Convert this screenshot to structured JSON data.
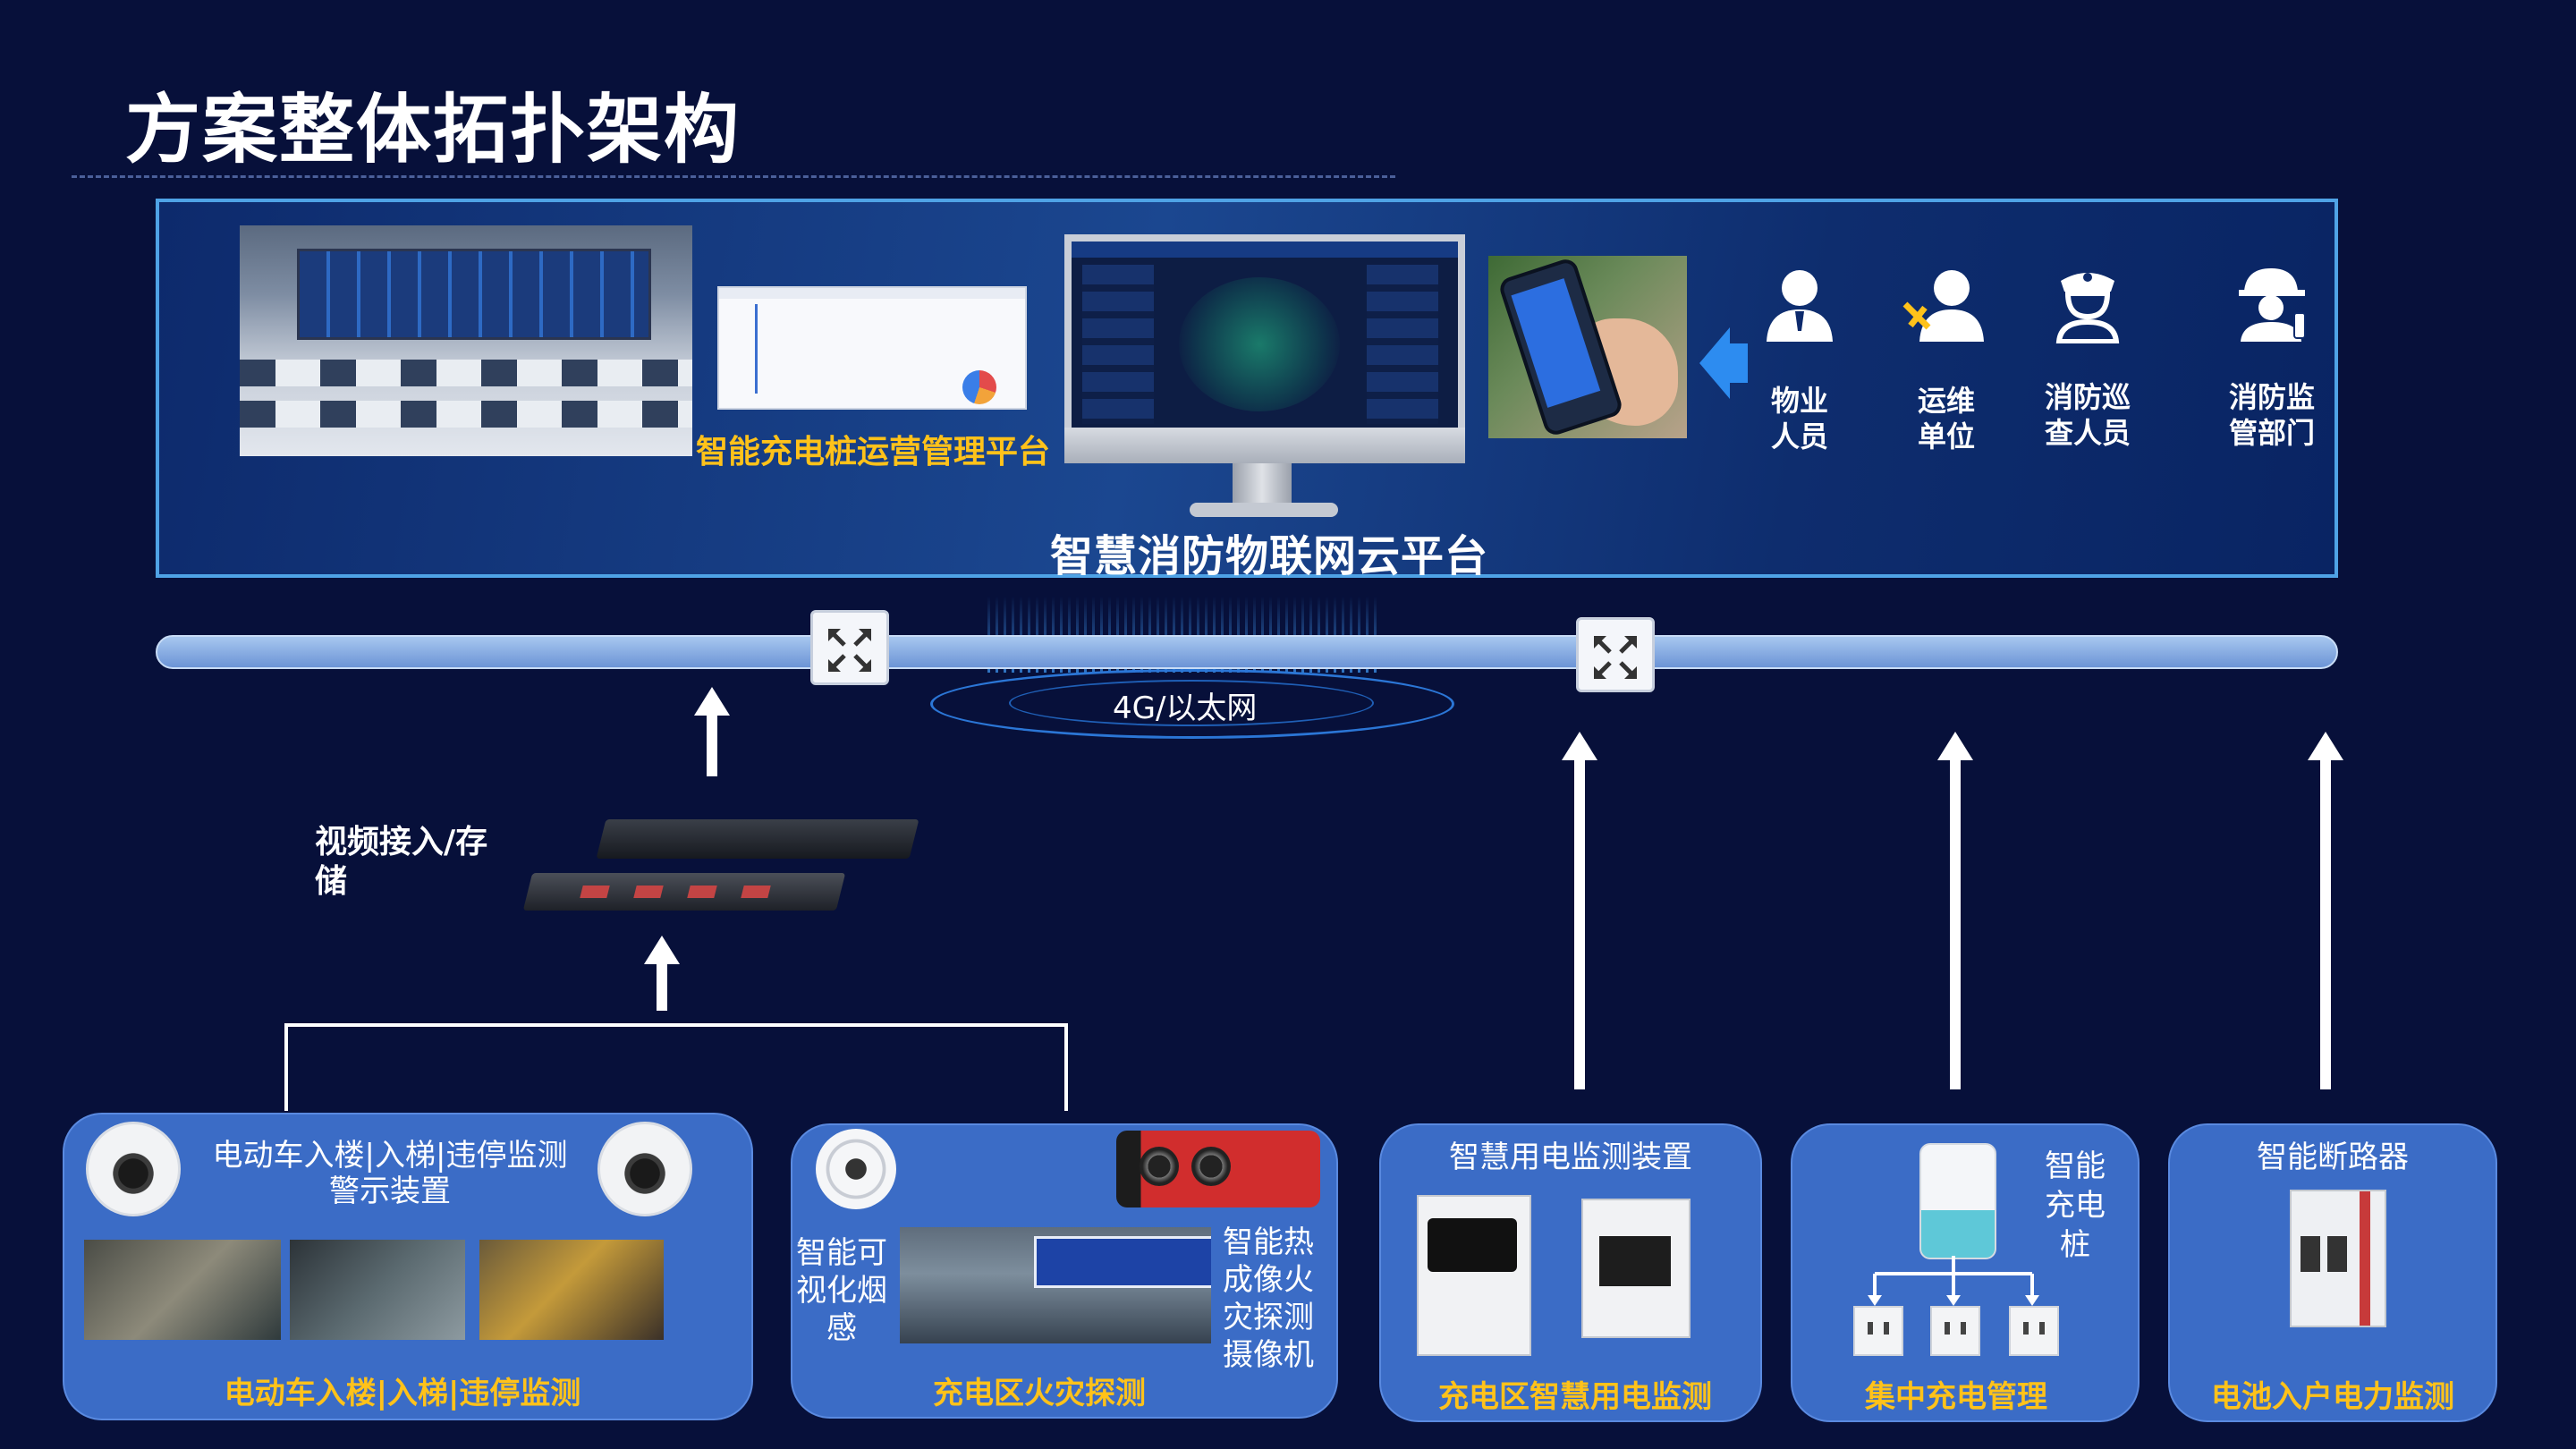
{
  "title": "方案整体拓扑架构",
  "platform": {
    "ops_label": "智能充电桩运营管理平台",
    "cloud_label": "智慧消防物联网云平台"
  },
  "roles": [
    {
      "label_lines": [
        "物业",
        "人员"
      ],
      "icon": "person-icon"
    },
    {
      "label_lines": [
        "运维",
        "单位"
      ],
      "icon": "maintenance-person-icon"
    },
    {
      "label_lines": [
        "消防巡",
        "查人员"
      ],
      "icon": "fire-inspector-icon"
    },
    {
      "label_lines": [
        "消防监",
        "管部门"
      ],
      "icon": "firefighter-icon"
    }
  ],
  "network": {
    "label": "4G/以太网"
  },
  "nvr": {
    "label_lines": [
      "视频接入/存",
      "储"
    ]
  },
  "modules": [
    {
      "title_lines": [
        "电动车入楼|入梯|违停监测",
        "警示装置"
      ],
      "caption": "电动车入楼|入梯|违停监测"
    },
    {
      "left_text_lines": [
        "智能可",
        "视化烟",
        "感"
      ],
      "right_text_lines": [
        "智能热",
        "成像火",
        "灾探测",
        "摄像机"
      ],
      "caption": "充电区火灾探测"
    },
    {
      "title": "智慧用电监测装置",
      "caption": "充电区智慧用电监测"
    },
    {
      "text_lines": [
        "智能",
        "充电",
        "桩"
      ],
      "caption": "集中充电管理"
    },
    {
      "title": "智能断路器",
      "caption": "电池入户电力监测"
    }
  ],
  "colors": {
    "background": "#07103a",
    "accent_yellow": "#ffc21a",
    "panel_border": "#4fa3e6",
    "card_blue": "#3b6cc6"
  }
}
